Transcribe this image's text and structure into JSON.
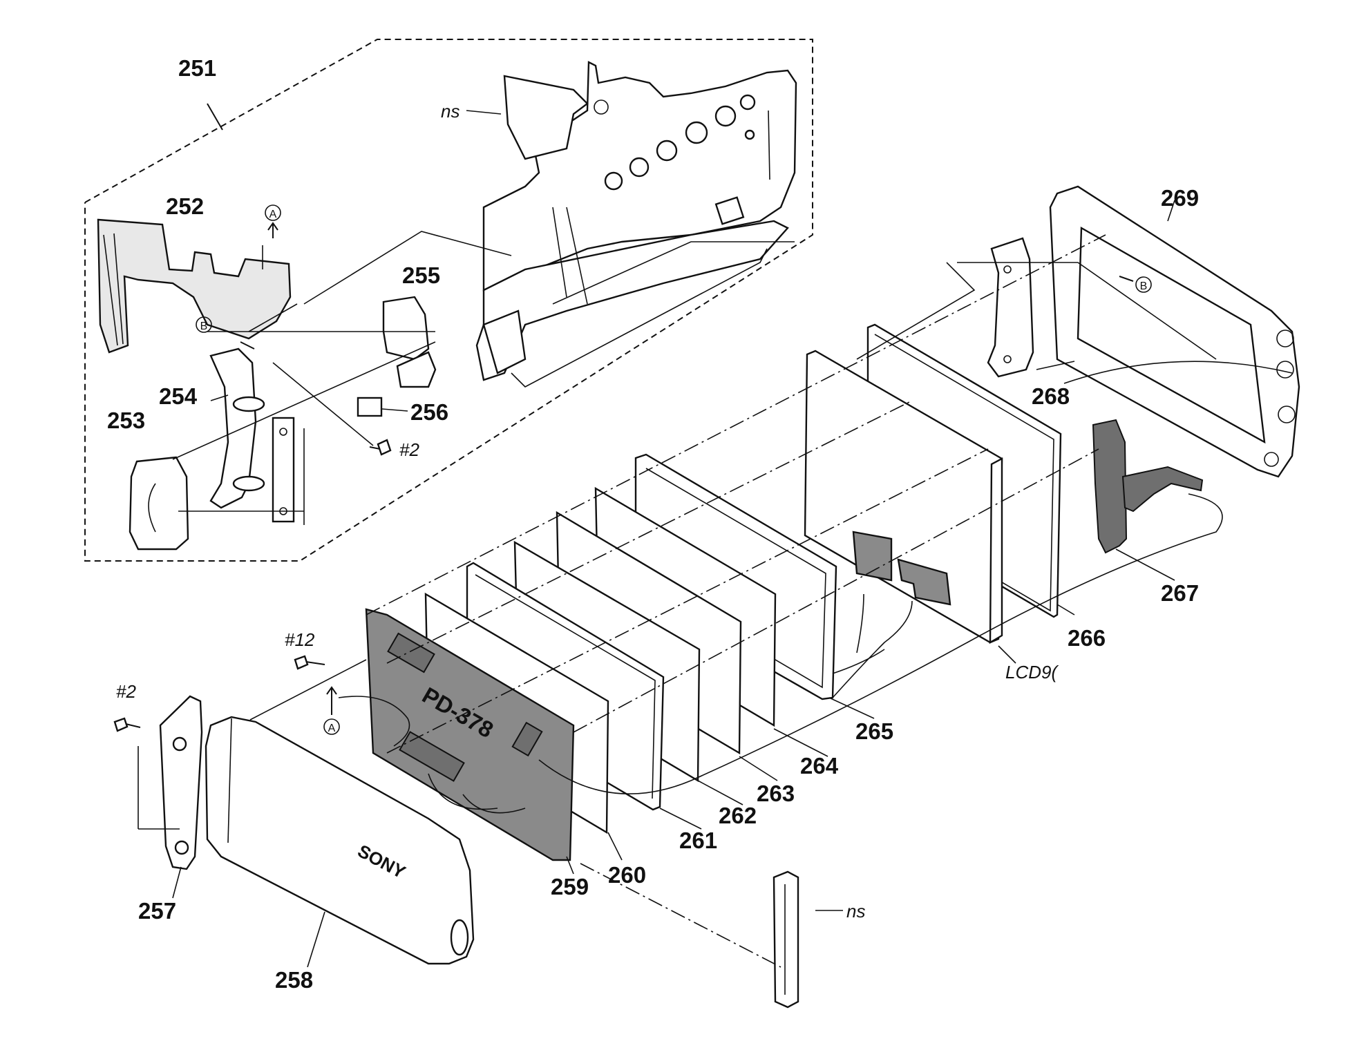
{
  "labels": {
    "l251": "251",
    "l252": "252",
    "l253": "253",
    "l254": "254",
    "l255": "255",
    "l256": "256",
    "l257": "257",
    "l258": "258",
    "l259": "259",
    "l260": "260",
    "l261": "261",
    "l262": "262",
    "l263": "263",
    "l264": "264",
    "l265": "265",
    "l266": "266",
    "l267": "267",
    "l268": "268",
    "l269": "269"
  },
  "annotations": {
    "ns_top": "ns",
    "ns_bottom": "ns",
    "screw2_upper": "#2",
    "screw2_left": "#2",
    "screw12": "#12",
    "lcd": "LCD9(",
    "board_text": "PD-378",
    "brand": "SONY"
  },
  "markers": {
    "a_upper": "A",
    "a_lower": "A",
    "b_left": "B",
    "b_right": "B"
  }
}
